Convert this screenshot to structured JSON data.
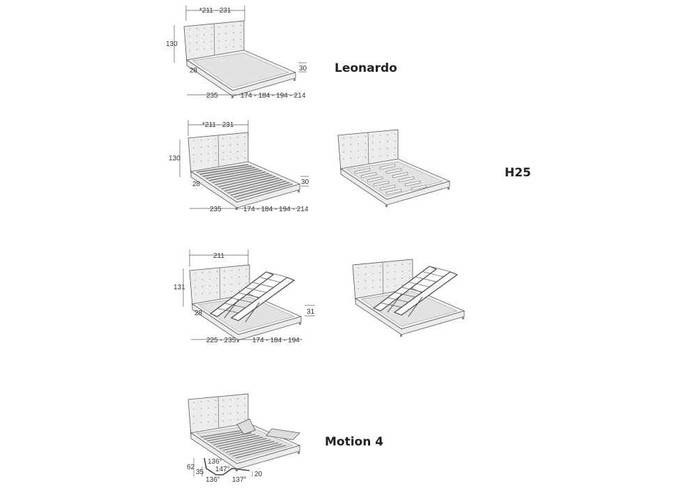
{
  "models": [
    {
      "name": "Leonardo",
      "dims": {
        "width": "*211 - 231",
        "height": "130",
        "foot": "28",
        "base": "30",
        "length": "235",
        "widths": "174 - 184 - 194 - 214"
      }
    },
    {
      "name": "H25",
      "dims": {
        "width": "*211 - 231",
        "height": "130",
        "foot": "28",
        "base": "30",
        "length": "235",
        "widths": "174 - 184 - 194 - 214"
      }
    },
    {
      "name": "",
      "dims": {
        "width": "211",
        "height": "131",
        "foot": "28",
        "base": "31",
        "length": "225 - 235",
        "widths": "174 - 184 - 194"
      }
    },
    {
      "name": "Motion 4",
      "motion": {
        "h_total": "62",
        "h_low": "35",
        "angle_head": "136°",
        "angle_mid": "147°",
        "angle_back": "136°",
        "angle_leg": "137°",
        "h_leg": "20"
      }
    }
  ],
  "colors": {
    "stroke": "#555555",
    "fill": "#ececec",
    "slat": "#777777"
  }
}
